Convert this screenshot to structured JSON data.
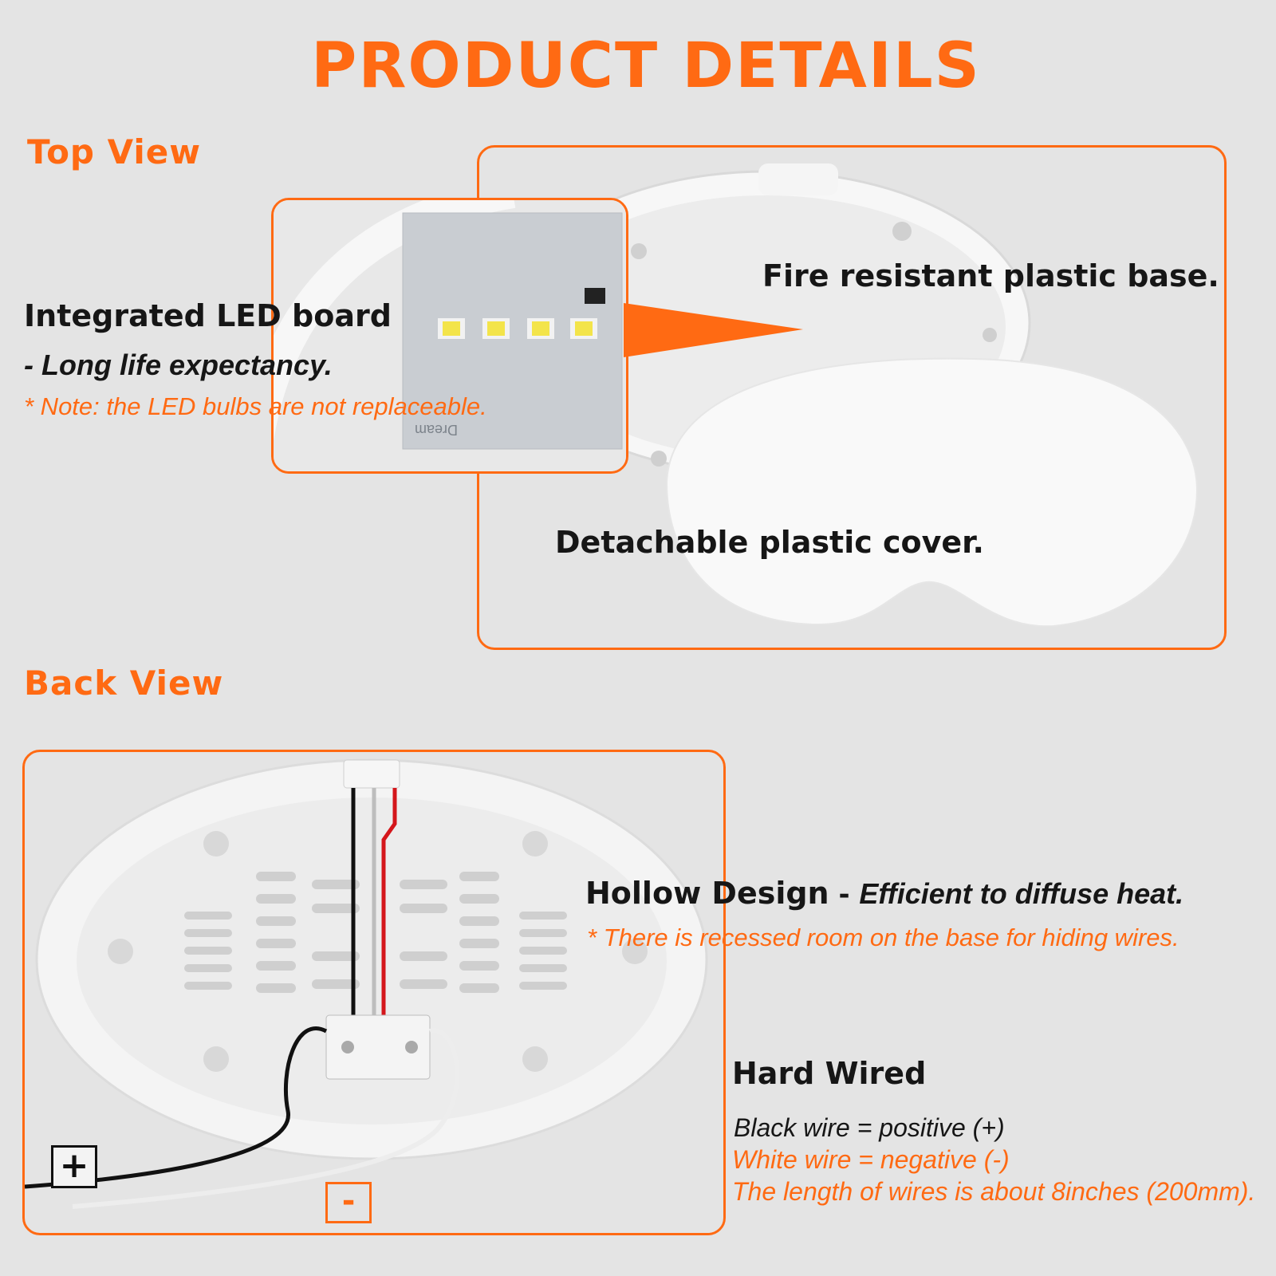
{
  "colors": {
    "accent": "#ff6a13",
    "background": "#e4e4e4",
    "text": "#161616"
  },
  "title": "PRODUCT DETAILS",
  "top_view": {
    "heading": "Top View",
    "led_label": "Integrated LED board",
    "led_sub": "- Long life expectancy.",
    "led_note": "* Note: the LED bulbs are not replaceable.",
    "base_label": "Fire resistant plastic base.",
    "cover_label": "Detachable plastic cover.",
    "board_brand": "Dream"
  },
  "back_view": {
    "heading": "Back View",
    "hollow_label": "Hollow Design",
    "hollow_sep": " - ",
    "hollow_sub": "Efficient to diffuse heat.",
    "hollow_note": "* There is recessed room on the base for hiding wires.",
    "hard_label": "Hard Wired",
    "black_wire": "Black wire = positive (+)",
    "white_wire": "White wire = negative (-)",
    "wire_length": "The length of wires is about 8inches (200mm).",
    "plus_sign": "+",
    "minus_sign": "-"
  }
}
